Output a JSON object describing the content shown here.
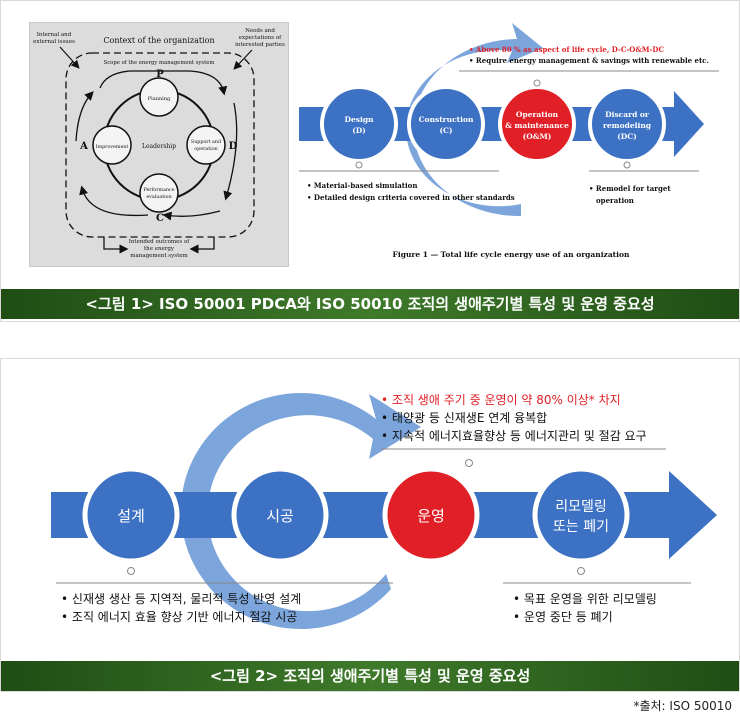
{
  "panel1": {
    "pdca": {
      "context_title": "Context of the organization",
      "internal_external": [
        "Internal and",
        "external issues"
      ],
      "needs": [
        "Needs and",
        "expectations of",
        "interested parties"
      ],
      "scope": "Scope of the energy management system",
      "center": "Leadership",
      "planning": "Planning",
      "support": [
        "Support and",
        "operation"
      ],
      "performance": [
        "Performance",
        "evaluation"
      ],
      "improvement": "Improvement",
      "letter_p": "P",
      "letter_d": "D",
      "letter_c": "C",
      "letter_a": "A",
      "outcomes": [
        "Intended outcomes of",
        "the energy",
        "management system"
      ]
    },
    "lifecycle": {
      "note1": "Above 80 % as aspect of life cycle, D-C-O&M-DC",
      "note2": "Require energy management & savings with renewable etc.",
      "stages": [
        {
          "lines": [
            "Design",
            "(D)"
          ]
        },
        {
          "lines": [
            "Construction",
            "(C)"
          ]
        },
        {
          "lines": [
            "Operation",
            "& maintenance",
            "(O&M)"
          ]
        },
        {
          "lines": [
            "Discard or",
            "remodeling",
            "(DC)"
          ]
        }
      ],
      "bullets_left": [
        "Material-based simulation",
        "Detailed design criteria covered in other standards"
      ],
      "bullets_right": [
        "Remodel for target",
        "operation"
      ],
      "figure_caption": "Figure 1 — Total life cycle energy use of an organization"
    },
    "caption": "<그림 1> ISO 50001 PDCA와 ISO 50010 조직의 생애주기별 특성 및 운영 중요성"
  },
  "panel2": {
    "notes": [
      "조직 생애 주기 중 운영이 약 80% 이상* 차지",
      "태양광 등 신재생E 연계 융복합",
      "지속적 에너지효율향상 등 에너지관리 및 절감 요구"
    ],
    "stages": [
      {
        "lines": [
          "설계"
        ]
      },
      {
        "lines": [
          "시공"
        ]
      },
      {
        "lines": [
          "운영"
        ]
      },
      {
        "lines": [
          "리모델링",
          "또는 폐기"
        ]
      }
    ],
    "bullets_left": [
      "신재생 생산 등 지역적, 물리적 특성 반영 설계",
      "조직 에너지 효율  향상 기반 에너지 절감 시공"
    ],
    "bullets_right": [
      "목표 운영을 위한 리모델링",
      "운영 중단 등 폐기"
    ],
    "caption": "<그림 2> 조직의 생애주기별 특성 및 운영 중요성"
  },
  "source": "*출처: ISO 50010",
  "colors": {
    "blue": "#3d71c4",
    "light_blue": "#6e9bd8",
    "red": "#e01f26",
    "green": "#3a7027"
  }
}
